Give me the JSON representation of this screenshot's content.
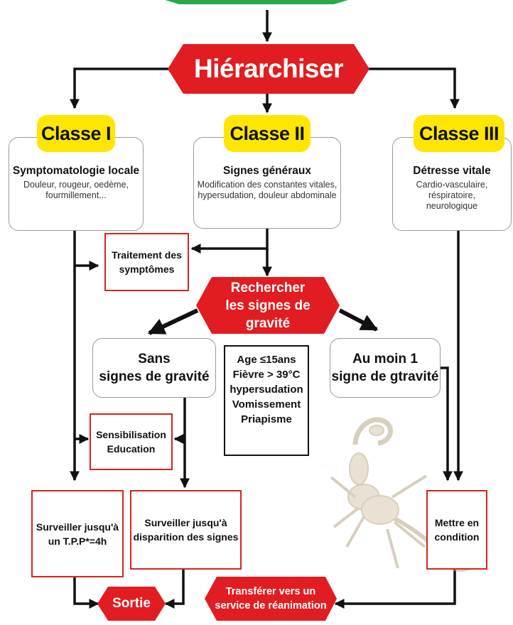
{
  "colors": {
    "red": "#e11d22",
    "yellow": "#ffe600",
    "green": "#2aa84a",
    "border_red": "#d9231b"
  },
  "nodes": {
    "hierarchiser": "Hiérarchiser",
    "classe1": {
      "label": "Classe I",
      "title": "Symptomatologie locale",
      "lines": [
        "Douleur, rougeur, oedème,",
        "fourmillement..."
      ]
    },
    "classe2": {
      "label": "Classe II",
      "title": "Signes généraux",
      "lines": [
        "Modification des constantes vitales,",
        "hypersudation, douleur abdominale"
      ]
    },
    "classe3": {
      "label": "Classe III",
      "title": "Détresse vitale",
      "lines": [
        "Cardio-vasculaire, réspiratoire,",
        "neurologique"
      ]
    },
    "traitement": [
      "Traitement des",
      "symptômes"
    ],
    "rechercher": [
      "Rechercher",
      "les signes de gravité"
    ],
    "sans": [
      "Sans",
      "signes de gravité"
    ],
    "criteres": [
      "Age ≤15ans",
      "Fièvre > 39°C",
      "hypersudation",
      "Vomissement",
      "Priapisme"
    ],
    "au_moins": [
      "Au moin 1",
      "signe de gtravité"
    ],
    "sensibilisation": [
      "Sensibilisation",
      "Education"
    ],
    "surveiller_tpp": [
      "Surveiller jusqu'à",
      "un T.P.P*=4h"
    ],
    "surveiller_signes": [
      "Surveiller jusqu'à",
      "disparition des signes"
    ],
    "mettre": [
      "Mettre en",
      "condition"
    ],
    "sortie": "Sortie",
    "transferer": [
      "Transférer vers un",
      "service de réanimation"
    ]
  }
}
